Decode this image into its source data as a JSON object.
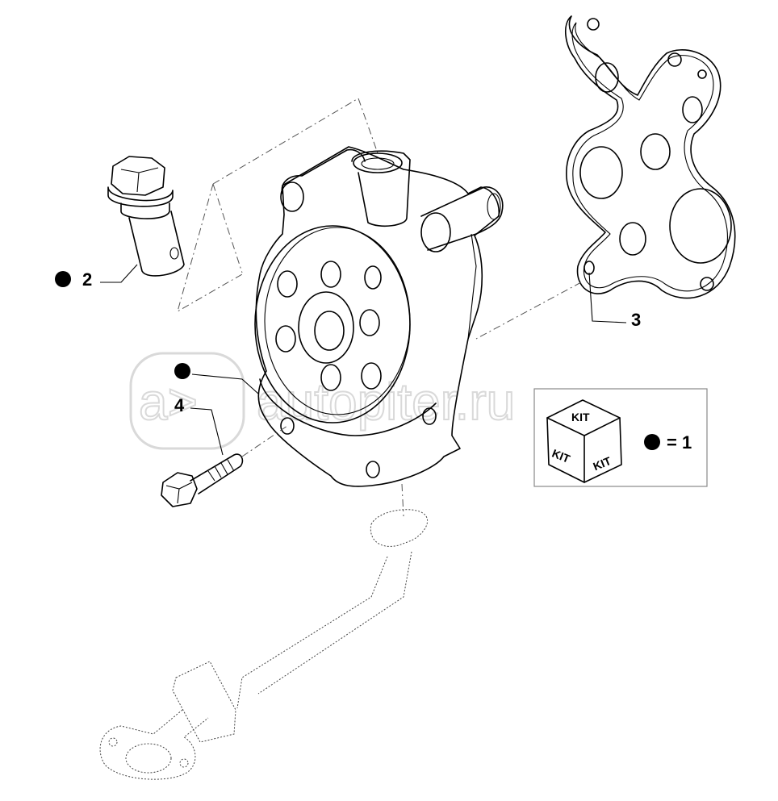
{
  "watermark": "autopiter.ru",
  "callouts": {
    "item_2": "2",
    "item_3": "3",
    "item_4": "4"
  },
  "legend": {
    "kit_top": "KIT",
    "kit_left": "KIT",
    "kit_right": "KIT",
    "equals_text": "= 1"
  },
  "colors": {
    "line": "#000000",
    "watermark": "#d9d9d9",
    "background": "#ffffff"
  }
}
